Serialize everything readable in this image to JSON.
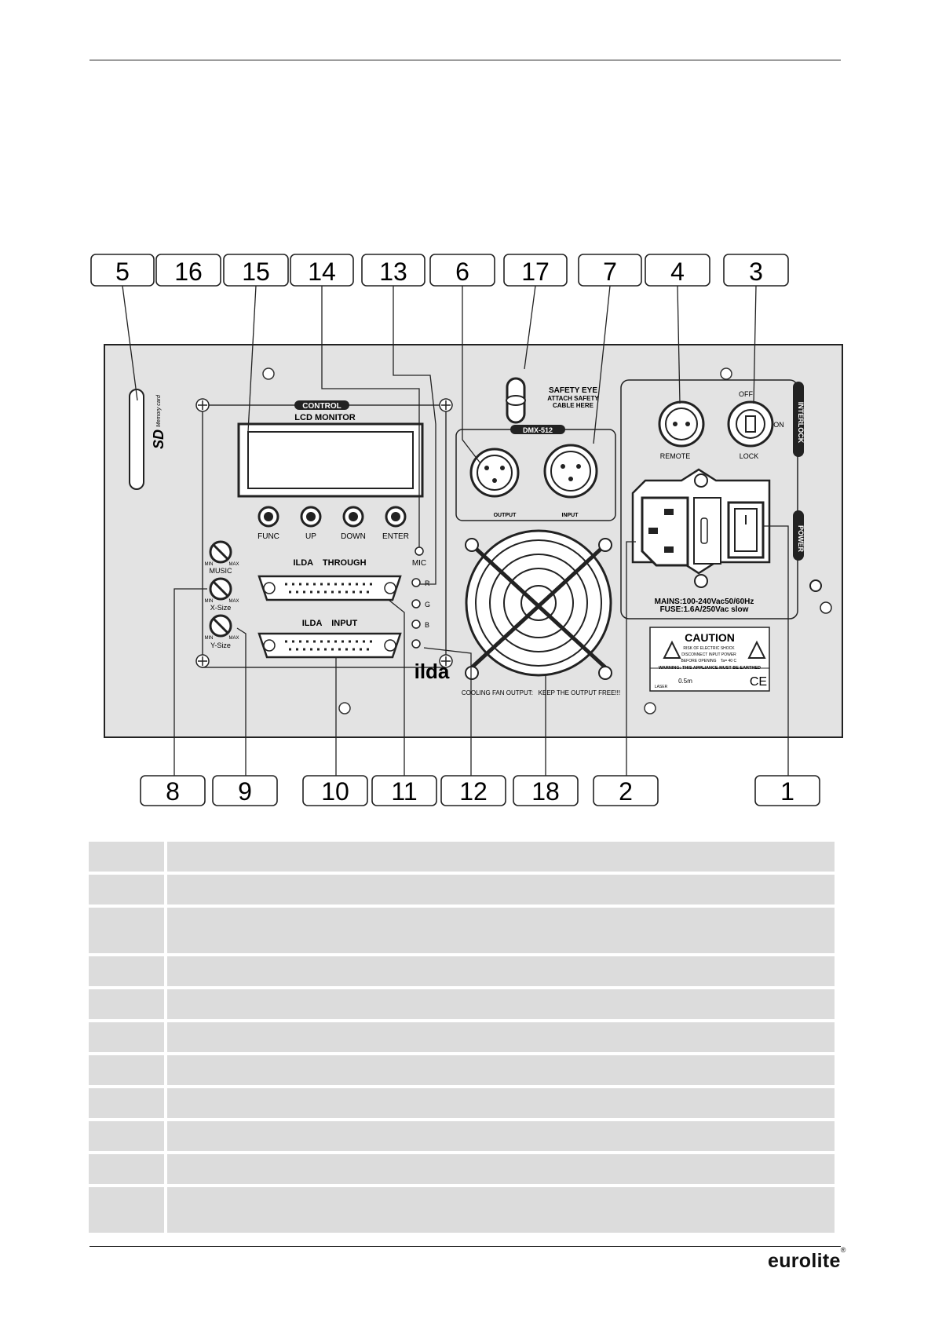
{
  "callouts_top": [
    "5",
    "16",
    "15",
    "14",
    "13",
    "6",
    "17",
    "7",
    "4",
    "3"
  ],
  "callouts_bottom": [
    "8",
    "9",
    "10",
    "11",
    "12",
    "18",
    "2",
    "1"
  ],
  "panel": {
    "sd_label": "SD",
    "memory_card_label": "Memory card",
    "control_label": "CONTROL",
    "lcd_label": "LCD MONITOR",
    "buttons": [
      "FUNC",
      "UP",
      "DOWN",
      "ENTER"
    ],
    "mic_label": "MIC",
    "knobs": [
      {
        "name": "MUSIC",
        "min": "MIN",
        "max": "MAX"
      },
      {
        "name": "X-Size",
        "min": "MIN",
        "max": "MAX"
      },
      {
        "name": "Y-Size",
        "min": "MIN",
        "max": "MAX"
      }
    ],
    "ilda_through": "ILDA    THROUGH",
    "ilda_input": "ILDA    INPUT",
    "leds": [
      "R",
      "G",
      "B"
    ],
    "ilda_logo": "ilda",
    "safety_eye": "SAFETY EYE",
    "attach_safety": "ATTACH SAFETY",
    "cable_here": "CABLE HERE",
    "dmx_label": "DMX-512",
    "dmx_output": "OUTPUT",
    "dmx_input": "INPUT",
    "fan_text": "COOLING FAN OUTPUT:   KEEP THE OUTPUT FREE!!!",
    "remote_label": "REMOTE",
    "lock_label": "LOCK",
    "off_label": "OFF",
    "on_label": "ON",
    "interlock_label": "INTERLOCK",
    "power_label": "POWER",
    "mains_line1": "MAINS:100-240Vac50/60Hz",
    "mains_line2": "FUSE:1.6A/250Vac slow",
    "caution_title": "CAUTION",
    "caution_lines": [
      "RISK OF ELECTRIC SHOCK",
      "DISCONNECT INPUT POWER",
      "BEFORE OPENING"
    ],
    "caution_temp": "Ta= 40 C",
    "warning_text": "WARNING:  THIS APPLIANCE MUST BE EARTHED",
    "laser_label": "LASER",
    "distance_label": "0.5m",
    "ce_label": "CE"
  },
  "brand": {
    "name": "eurolite",
    "mark": "®"
  },
  "legend_rows": [
    38,
    38,
    58,
    38,
    38,
    38,
    38,
    38,
    38,
    38,
    58
  ]
}
